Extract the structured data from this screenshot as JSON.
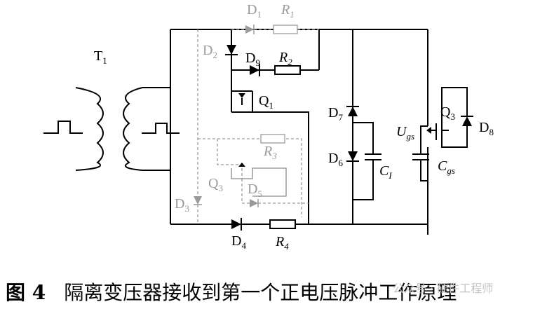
{
  "labels": {
    "t1": "T",
    "t1_sub": "1",
    "d1": "D",
    "d1_sub": "1",
    "r1": "R",
    "r1_sub": "1",
    "d2": "D",
    "d2_sub": "2",
    "d9": "D",
    "d9_sub": "9",
    "r2": "R",
    "r2_sub": "2",
    "q1": "Q",
    "q1_sub": "1",
    "r3": "R",
    "r3_sub": "3",
    "q3_gray": "Q",
    "q3_gray_sub": "3",
    "d5": "D",
    "d5_sub": "5",
    "d3": "D",
    "d3_sub": "3",
    "d4": "D",
    "d4_sub": "4",
    "r4": "R",
    "r4_sub": "4",
    "d7": "D",
    "d7_sub": "7",
    "d6": "D",
    "d6_sub": "6",
    "c1": "C",
    "c1_sub": "I",
    "ugs": "U",
    "ugs_sub": "gs",
    "q3": "Q",
    "q3_sub": "3",
    "d8": "D",
    "d8_sub": "8",
    "cgs": "C",
    "cgs_sub": "gs"
  },
  "caption": {
    "figure": "图 4",
    "text": "隔离变压器接收到第一个正电压脉冲工作原理"
  },
  "watermark": "公众号 · 硬件工程师"
}
